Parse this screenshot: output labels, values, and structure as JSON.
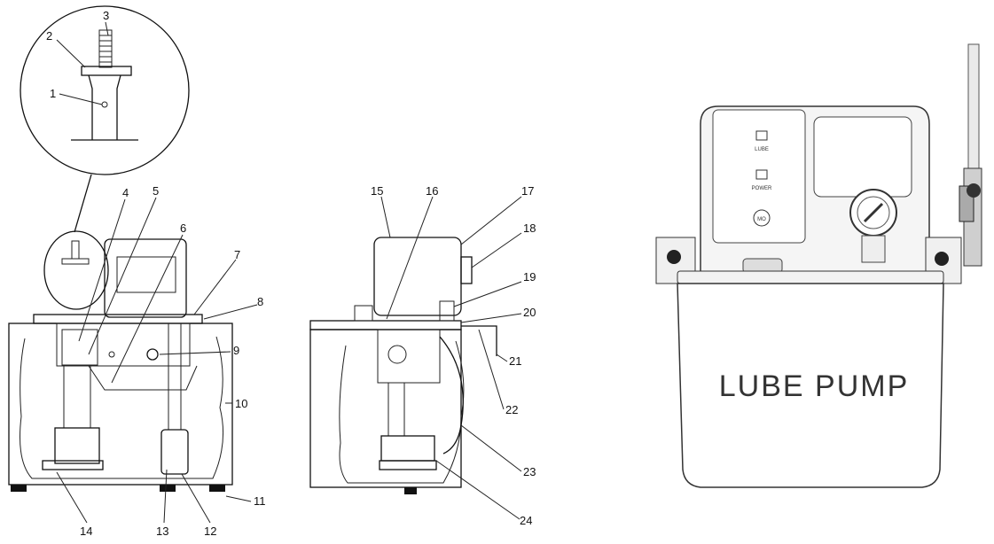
{
  "diagram": {
    "callouts": [
      "1",
      "2",
      "3",
      "4",
      "5",
      "6",
      "7",
      "8",
      "9",
      "10",
      "11",
      "12",
      "13",
      "14",
      "15",
      "16",
      "17",
      "18",
      "19",
      "20",
      "21",
      "22",
      "23",
      "24"
    ],
    "photo": {
      "tank_label": "LUBE PUMP",
      "indicator_1": "LUBE",
      "indicator_2": "POWER",
      "button_label": "MO"
    }
  }
}
